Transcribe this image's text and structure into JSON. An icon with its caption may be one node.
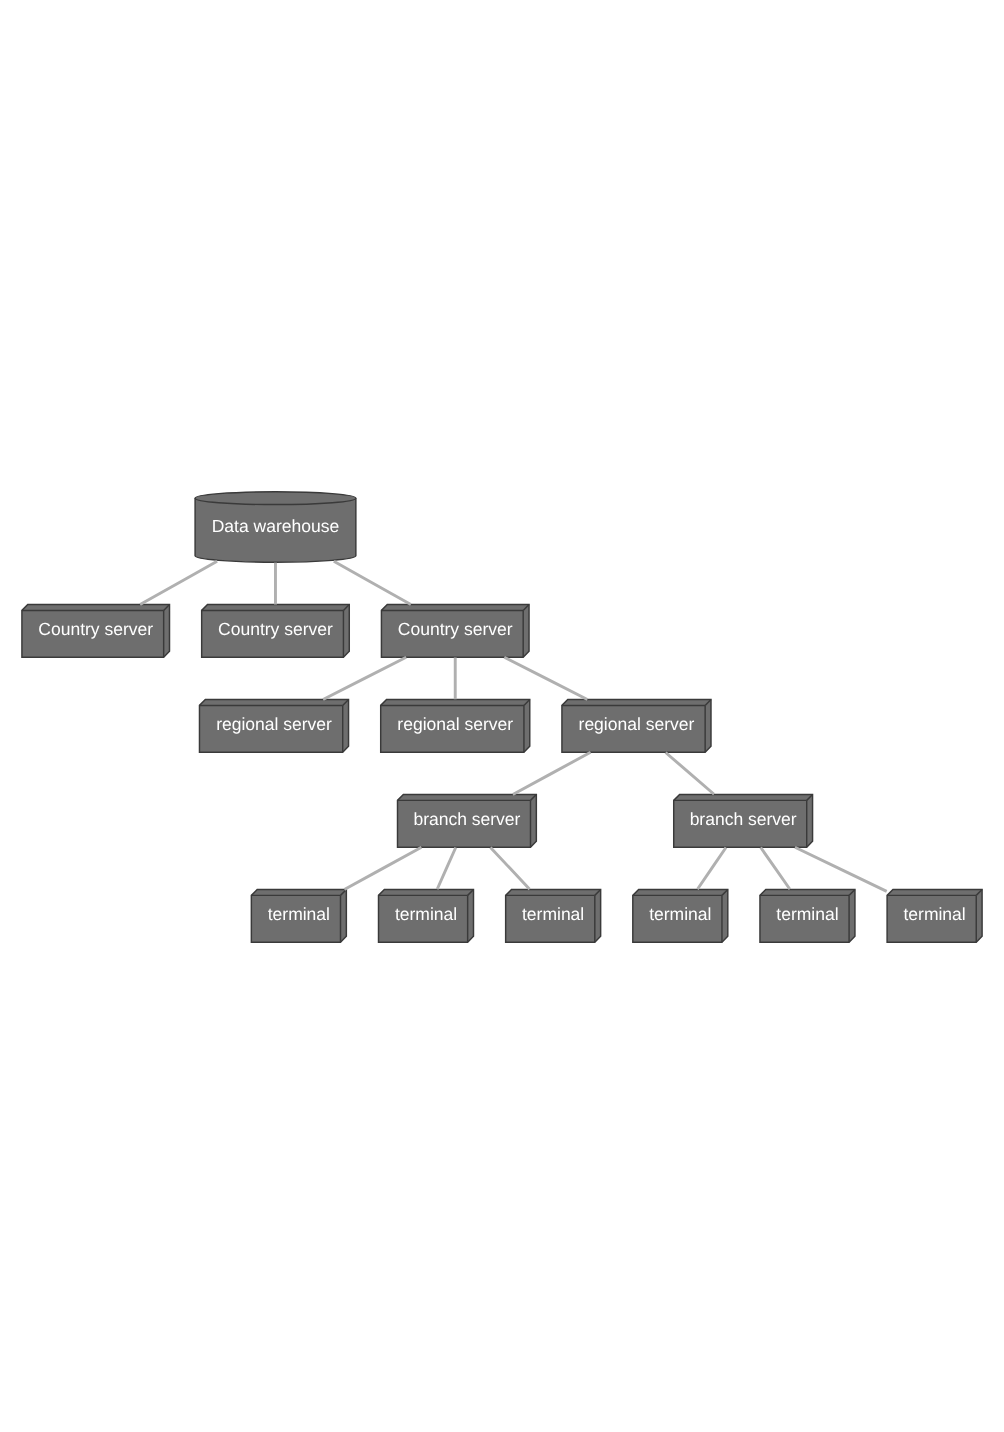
{
  "diagram": {
    "nodes": [
      {
        "text": [
          "Data warehouse"
        ]
      },
      {
        "text": [
          "Country server"
        ]
      },
      {
        "text": [
          "Country server"
        ]
      },
      {
        "text": [
          "Country server"
        ]
      },
      {
        "text": [
          "regional server"
        ]
      },
      {
        "text": [
          "regional server"
        ]
      },
      {
        "text": [
          "regional server"
        ]
      },
      {
        "text": [
          "branch server"
        ]
      },
      {
        "text": [
          "terminal"
        ]
      },
      {
        "text": [
          "branch server"
        ]
      },
      {
        "text": [
          "terminal"
        ]
      },
      {
        "text": [
          "terminal"
        ]
      },
      {
        "text": [
          "terminal"
        ]
      },
      {
        "text": [
          "terminal"
        ]
      },
      {
        "text": [
          "terminal"
        ]
      }
    ],
    "edges": [
      {
        "from": 0,
        "to": 1,
        "arrow": "none"
      },
      {
        "from": 0,
        "to": 2,
        "arrow": "none"
      },
      {
        "from": 0,
        "to": 3,
        "arrow": "none"
      },
      {
        "from": 3,
        "to": 4,
        "arrow": "none"
      },
      {
        "from": 3,
        "to": 5,
        "arrow": "none"
      },
      {
        "from": 3,
        "to": 6,
        "arrow": "none"
      },
      {
        "from": 6,
        "to": 9,
        "arrow": "none"
      },
      {
        "from": 6,
        "to": 7,
        "arrow": "none"
      },
      {
        "from": 7,
        "to": 8,
        "arrow": "none"
      },
      {
        "from": 7,
        "to": 10,
        "arrow": "none"
      },
      {
        "from": 7,
        "to": 11,
        "arrow": "none"
      },
      {
        "from": 9,
        "to": 12,
        "arrow": "none"
      },
      {
        "from": 9,
        "to": 13,
        "arrow": "none"
      },
      {
        "from": 9,
        "to": 14,
        "arrow": "none"
      }
    ]
  }
}
